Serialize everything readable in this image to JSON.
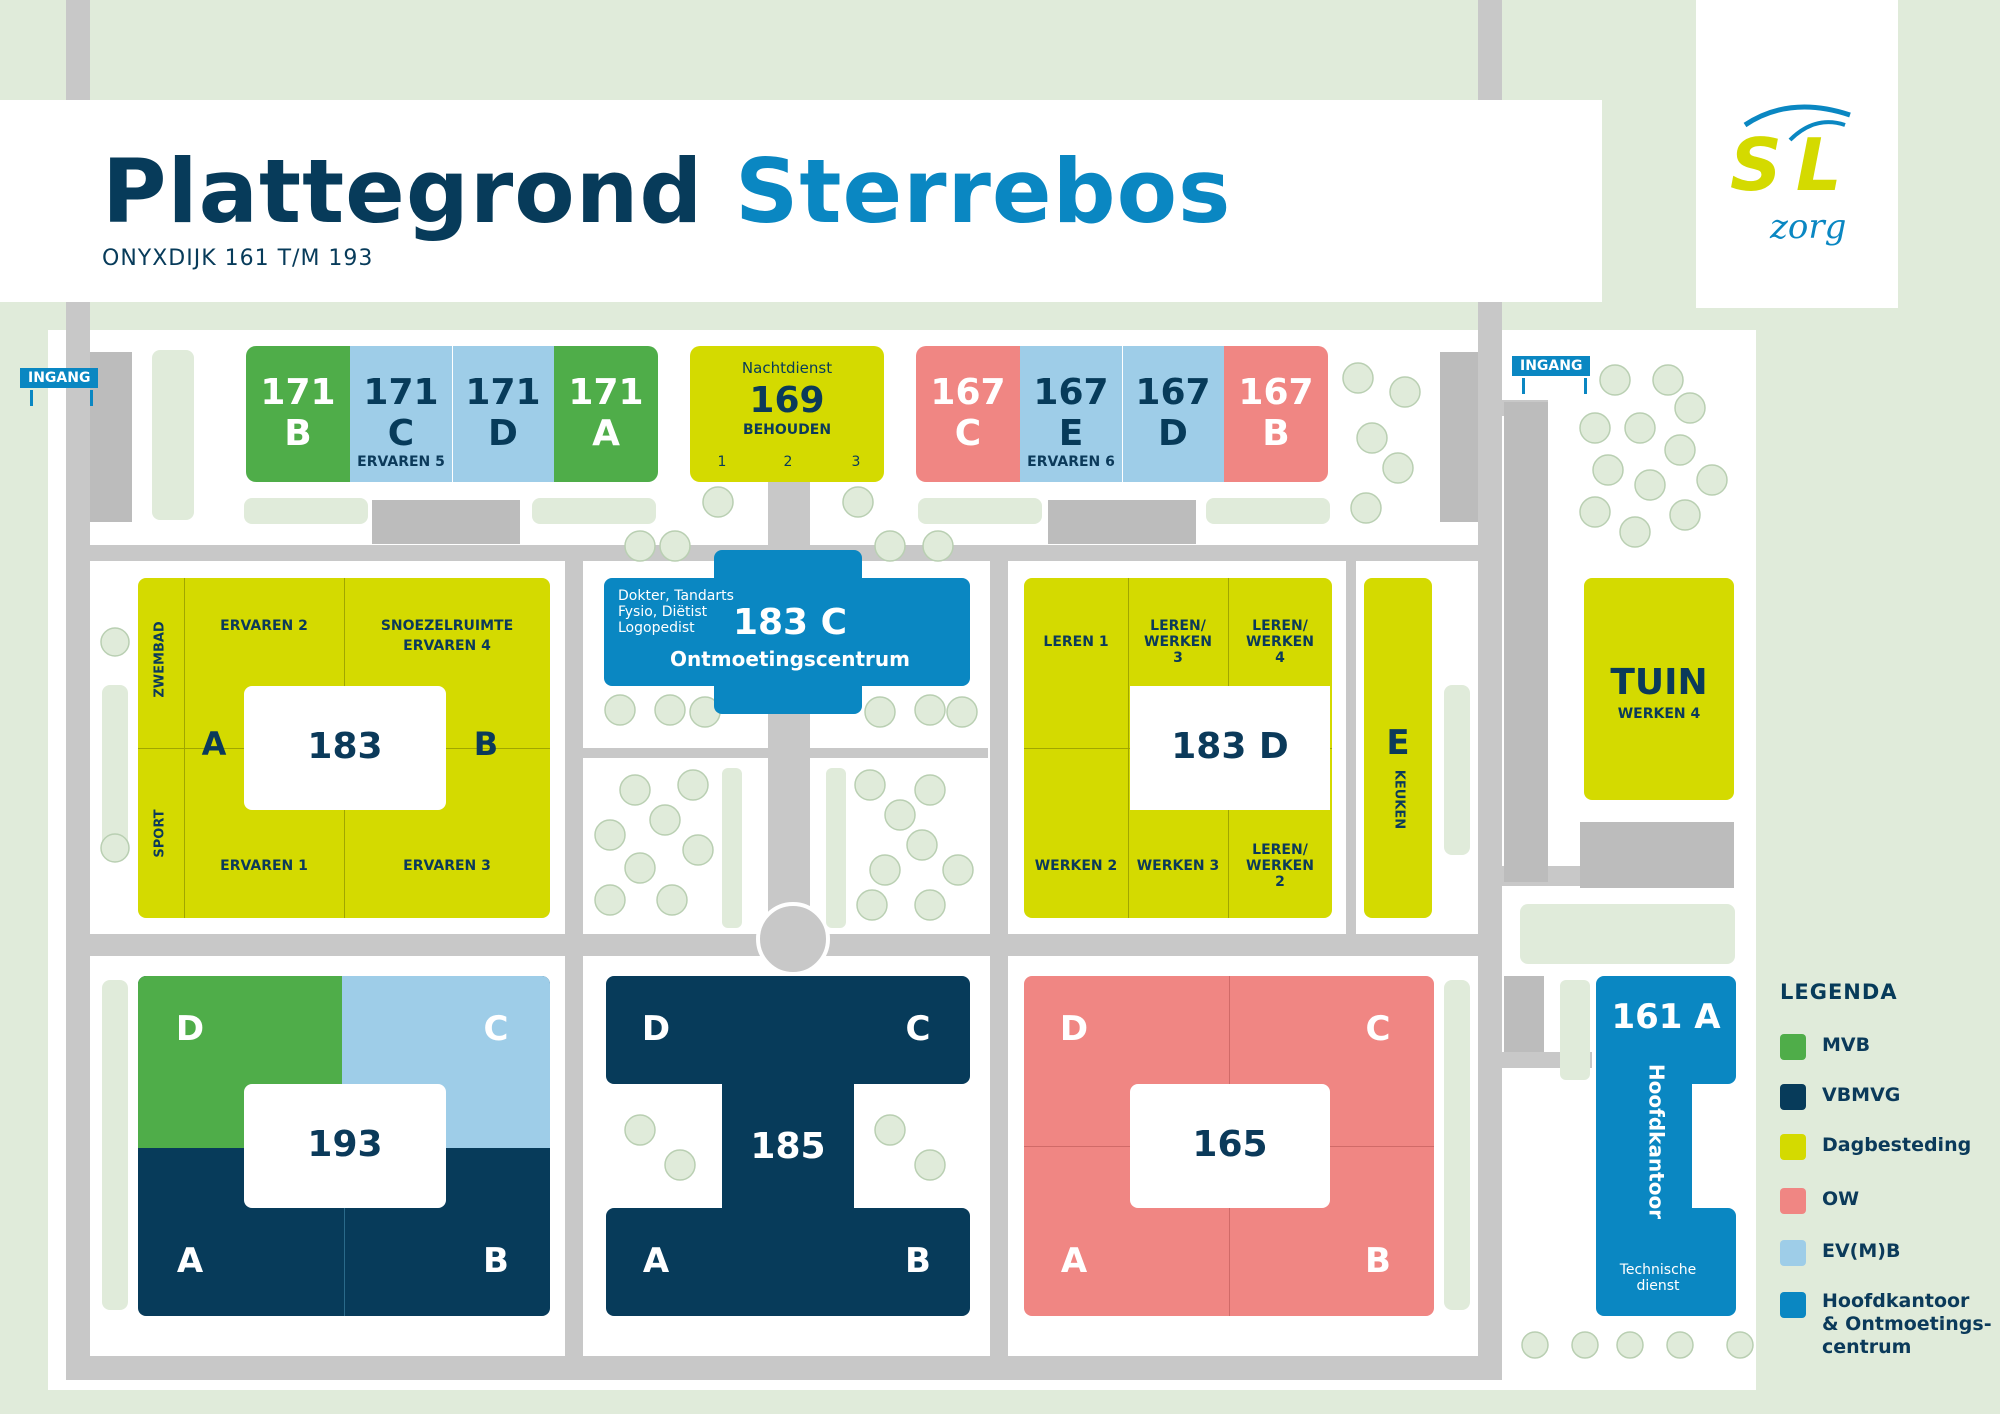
{
  "header": {
    "title_part1": "Plattegrond",
    "title_part2": "Sterrebos",
    "subtitle": "ONYXDIJK 161 T/M 193"
  },
  "logo": {
    "letters": "SL",
    "sub": "zorg"
  },
  "entrances": {
    "left": "INGANG",
    "right": "INGANG"
  },
  "colors": {
    "mvb": "#4fad49",
    "vbmvg": "#073b5a",
    "dagbesteding": "#d4da00",
    "ow": "#f08683",
    "evmb": "#9ecde8",
    "hoofdkantoor": "#0a87c2",
    "road": "#c8c8c8",
    "tree": "#e0ebda",
    "background": "#e0ebda"
  },
  "top_row": {
    "b171": [
      {
        "num": "171",
        "letter": "B"
      },
      {
        "num": "171",
        "letter": "C"
      },
      {
        "num": "171",
        "letter": "D"
      },
      {
        "num": "171",
        "letter": "A"
      }
    ],
    "b171_sub": "ERVAREN 5",
    "b169": {
      "top": "Nachtdienst",
      "num": "169",
      "sub": "BEHOUDEN",
      "rooms": [
        "1",
        "2",
        "3"
      ]
    },
    "b167": [
      {
        "num": "167",
        "letter": "C"
      },
      {
        "num": "167",
        "letter": "E"
      },
      {
        "num": "167",
        "letter": "D"
      },
      {
        "num": "167",
        "letter": "B"
      }
    ],
    "b167_sub": "ERVAREN 6"
  },
  "b183": {
    "num": "183",
    "a": "A",
    "b": "B",
    "zwembad": "ZWEMBAD",
    "sport": "SPORT",
    "ervaren2": "ERVAREN 2",
    "snoezel_1": "SNOEZELRUIMTE",
    "snoezel_2": "ERVAREN 4",
    "ervaren1": "ERVAREN 1",
    "ervaren3": "ERVAREN 3"
  },
  "b183c": {
    "services_1": "Dokter, Tandarts",
    "services_2": "Fysio, Diëtist",
    "services_3": "Logopedist",
    "num": "183 C",
    "name": "Ontmoetingscentrum"
  },
  "b183d": {
    "num": "183 D",
    "leren1": "LEREN 1",
    "lw3_1": "LEREN/",
    "lw3_2": "WERKEN",
    "lw3_3": "3",
    "lw4_1": "LEREN/",
    "lw4_2": "WERKEN",
    "lw4_3": "4",
    "werken2": "WERKEN 2",
    "werken3": "WERKEN 3",
    "lw2_1": "LEREN/",
    "lw2_2": "WERKEN",
    "lw2_3": "2"
  },
  "bE": {
    "letter": "E",
    "sub": "KEUKEN"
  },
  "tuin": {
    "name": "TUIN",
    "sub": "WERKEN 4"
  },
  "b193": {
    "num": "193",
    "d": "D",
    "c": "C",
    "a": "A",
    "b": "B"
  },
  "b185": {
    "num": "185",
    "d": "D",
    "c": "C",
    "a": "A",
    "b": "B"
  },
  "b165": {
    "num": "165",
    "d": "D",
    "c": "C",
    "a": "A",
    "b": "B"
  },
  "b161": {
    "num": "161 A",
    "name": "Hoofdkantoor",
    "sub_1": "Technische",
    "sub_2": "dienst"
  },
  "legend": {
    "title": "LEGENDA",
    "items": [
      {
        "label": "MVB"
      },
      {
        "label": "VBMVG"
      },
      {
        "label": "Dagbesteding"
      },
      {
        "label": "OW"
      },
      {
        "label": "EV(M)B"
      },
      {
        "label_1": "Hoofdkantoor",
        "label_2": "& Ontmoetings-",
        "label_3": "centrum"
      }
    ]
  }
}
